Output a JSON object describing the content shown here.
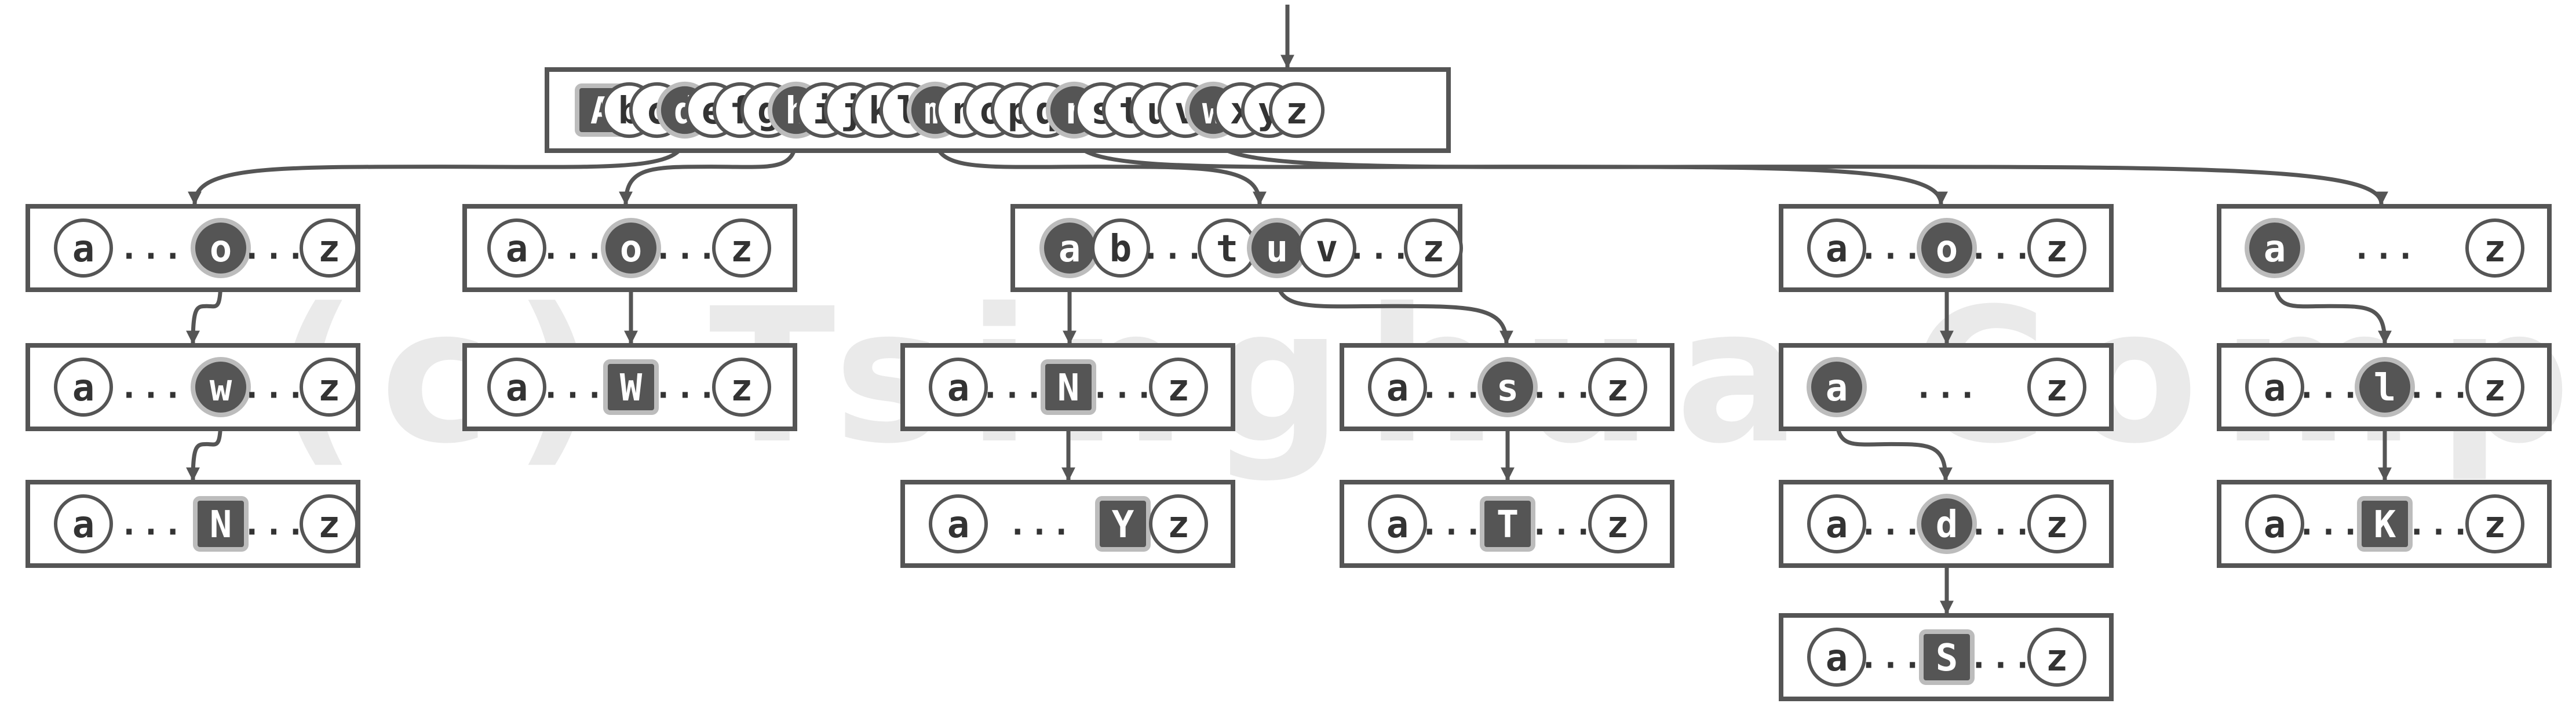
{
  "watermark": "(c) Tsinghua Computer",
  "root": {
    "slots": [
      {
        "label": "A",
        "style": "square"
      },
      {
        "label": "b",
        "style": "empty"
      },
      {
        "label": "c",
        "style": "empty"
      },
      {
        "label": "d",
        "style": "filled"
      },
      {
        "label": "e",
        "style": "empty"
      },
      {
        "label": "f",
        "style": "empty"
      },
      {
        "label": "g",
        "style": "empty"
      },
      {
        "label": "h",
        "style": "filled"
      },
      {
        "label": "i",
        "style": "empty"
      },
      {
        "label": "j",
        "style": "empty"
      },
      {
        "label": "k",
        "style": "empty"
      },
      {
        "label": "l",
        "style": "empty"
      },
      {
        "label": "m",
        "style": "filled"
      },
      {
        "label": "n",
        "style": "empty"
      },
      {
        "label": "o",
        "style": "empty"
      },
      {
        "label": "p",
        "style": "empty"
      },
      {
        "label": "q",
        "style": "empty"
      },
      {
        "label": "r",
        "style": "filled"
      },
      {
        "label": "s",
        "style": "empty"
      },
      {
        "label": "t",
        "style": "empty"
      },
      {
        "label": "u",
        "style": "empty"
      },
      {
        "label": "v",
        "style": "empty"
      },
      {
        "label": "w",
        "style": "filled"
      },
      {
        "label": "x",
        "style": "empty"
      },
      {
        "label": "y",
        "style": "empty"
      },
      {
        "label": "z",
        "style": "empty"
      }
    ]
  },
  "nodes": [
    {
      "id": "d1",
      "slots": [
        {
          "label": "a",
          "style": "empty"
        },
        {
          "label": "...",
          "style": "dots"
        },
        {
          "label": "o",
          "style": "filled"
        },
        {
          "label": "...",
          "style": "dots"
        },
        {
          "label": "z",
          "style": "empty"
        }
      ]
    },
    {
      "id": "d2",
      "slots": [
        {
          "label": "a",
          "style": "empty"
        },
        {
          "label": "...",
          "style": "dots"
        },
        {
          "label": "w",
          "style": "filled"
        },
        {
          "label": "...",
          "style": "dots"
        },
        {
          "label": "z",
          "style": "empty"
        }
      ]
    },
    {
      "id": "d3",
      "slots": [
        {
          "label": "a",
          "style": "empty"
        },
        {
          "label": "...",
          "style": "dots"
        },
        {
          "label": "N",
          "style": "square"
        },
        {
          "label": "...",
          "style": "dots"
        },
        {
          "label": "z",
          "style": "empty"
        }
      ]
    },
    {
      "id": "h1",
      "slots": [
        {
          "label": "a",
          "style": "empty"
        },
        {
          "label": "...",
          "style": "dots"
        },
        {
          "label": "o",
          "style": "filled"
        },
        {
          "label": "...",
          "style": "dots"
        },
        {
          "label": "z",
          "style": "empty"
        }
      ]
    },
    {
      "id": "h2",
      "slots": [
        {
          "label": "a",
          "style": "empty"
        },
        {
          "label": "...",
          "style": "dots"
        },
        {
          "label": "W",
          "style": "square"
        },
        {
          "label": "...",
          "style": "dots"
        },
        {
          "label": "z",
          "style": "empty"
        }
      ]
    },
    {
      "id": "m1",
      "slots": [
        {
          "label": "a",
          "style": "filled"
        },
        {
          "label": "b",
          "style": "empty"
        },
        {
          "label": "...",
          "style": "dots"
        },
        {
          "label": "t",
          "style": "empty"
        },
        {
          "label": "u",
          "style": "filled"
        },
        {
          "label": "v",
          "style": "empty"
        },
        {
          "label": "...",
          "style": "dots"
        },
        {
          "label": "z",
          "style": "empty"
        }
      ]
    },
    {
      "id": "ma2",
      "slots": [
        {
          "label": "a",
          "style": "empty"
        },
        {
          "label": "...",
          "style": "dots"
        },
        {
          "label": "N",
          "style": "square"
        },
        {
          "label": "...",
          "style": "dots"
        },
        {
          "label": "z",
          "style": "empty"
        }
      ]
    },
    {
      "id": "ma3",
      "slots": [
        {
          "label": "a",
          "style": "empty"
        },
        {
          "label": "...",
          "style": "dots"
        },
        {
          "label": "Y",
          "style": "square"
        },
        {
          "label": "z",
          "style": "empty"
        }
      ]
    },
    {
      "id": "mu2",
      "slots": [
        {
          "label": "a",
          "style": "empty"
        },
        {
          "label": "...",
          "style": "dots"
        },
        {
          "label": "s",
          "style": "filled"
        },
        {
          "label": "...",
          "style": "dots"
        },
        {
          "label": "z",
          "style": "empty"
        }
      ]
    },
    {
      "id": "mu3",
      "slots": [
        {
          "label": "a",
          "style": "empty"
        },
        {
          "label": "...",
          "style": "dots"
        },
        {
          "label": "T",
          "style": "square"
        },
        {
          "label": "...",
          "style": "dots"
        },
        {
          "label": "z",
          "style": "empty"
        }
      ]
    },
    {
      "id": "r1",
      "slots": [
        {
          "label": "a",
          "style": "empty"
        },
        {
          "label": "...",
          "style": "dots"
        },
        {
          "label": "o",
          "style": "filled"
        },
        {
          "label": "...",
          "style": "dots"
        },
        {
          "label": "z",
          "style": "empty"
        }
      ]
    },
    {
      "id": "r2",
      "slots": [
        {
          "label": "a",
          "style": "filled"
        },
        {
          "label": "...",
          "style": "dots"
        },
        {
          "label": "z",
          "style": "empty"
        }
      ]
    },
    {
      "id": "r3",
      "slots": [
        {
          "label": "a",
          "style": "empty"
        },
        {
          "label": "...",
          "style": "dots"
        },
        {
          "label": "d",
          "style": "filled"
        },
        {
          "label": "...",
          "style": "dots"
        },
        {
          "label": "z",
          "style": "empty"
        }
      ]
    },
    {
      "id": "r4",
      "slots": [
        {
          "label": "a",
          "style": "empty"
        },
        {
          "label": "...",
          "style": "dots"
        },
        {
          "label": "S",
          "style": "square"
        },
        {
          "label": "...",
          "style": "dots"
        },
        {
          "label": "z",
          "style": "empty"
        }
      ]
    },
    {
      "id": "w1",
      "slots": [
        {
          "label": "a",
          "style": "filled"
        },
        {
          "label": "...",
          "style": "dots"
        },
        {
          "label": "z",
          "style": "empty"
        }
      ]
    },
    {
      "id": "w2",
      "slots": [
        {
          "label": "a",
          "style": "empty"
        },
        {
          "label": "...",
          "style": "dots"
        },
        {
          "label": "l",
          "style": "filled"
        },
        {
          "label": "...",
          "style": "dots"
        },
        {
          "label": "z",
          "style": "empty"
        }
      ]
    },
    {
      "id": "w3",
      "slots": [
        {
          "label": "a",
          "style": "empty"
        },
        {
          "label": "...",
          "style": "dots"
        },
        {
          "label": "K",
          "style": "square"
        },
        {
          "label": "...",
          "style": "dots"
        },
        {
          "label": "z",
          "style": "empty"
        }
      ]
    }
  ],
  "edges": [
    {
      "from": "entry",
      "to": "root"
    },
    {
      "from": "root.d",
      "to": "d1"
    },
    {
      "from": "root.h",
      "to": "h1"
    },
    {
      "from": "root.m",
      "to": "m1"
    },
    {
      "from": "root.r",
      "to": "r1"
    },
    {
      "from": "root.w",
      "to": "w1"
    },
    {
      "from": "d1.o",
      "to": "d2"
    },
    {
      "from": "d2.w",
      "to": "d3"
    },
    {
      "from": "h1.o",
      "to": "h2"
    },
    {
      "from": "m1.a",
      "to": "ma2"
    },
    {
      "from": "m1.u",
      "to": "mu2"
    },
    {
      "from": "ma2.N",
      "to": "ma3"
    },
    {
      "from": "mu2.s",
      "to": "mu3"
    },
    {
      "from": "r1.o",
      "to": "r2"
    },
    {
      "from": "r2.a",
      "to": "r3"
    },
    {
      "from": "r3.d",
      "to": "r4"
    },
    {
      "from": "w1.a",
      "to": "w2"
    },
    {
      "from": "w2.l",
      "to": "w3"
    }
  ]
}
